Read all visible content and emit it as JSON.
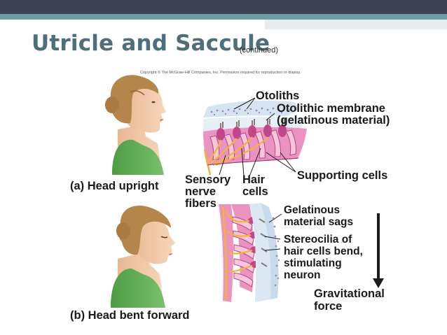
{
  "slide": {
    "title": "Utricle and Saccule",
    "subtitle": "(continued)",
    "copyright": "Copyright © The McGraw-Hill Companies, Inc. Permission required for reproduction or display."
  },
  "panel_a": {
    "caption": "(a)  Head upright",
    "labels": {
      "otoliths": "Otoliths",
      "membrane_1": "Otolithic membrane",
      "membrane_2": "(gelatinous material)",
      "sensory_1": "Sensory",
      "sensory_2": "nerve",
      "sensory_3": "fibers",
      "hair_1": "Hair",
      "hair_2": "cells",
      "supporting": "Supporting cells"
    }
  },
  "panel_b": {
    "caption": "(b)  Head bent forward",
    "labels": {
      "sags_1": "Gelatinous",
      "sags_2": "material sags",
      "stereo_1": "Stereocilia of",
      "stereo_2": "hair cells bend,",
      "stereo_3": "stimulating",
      "stereo_4": "neuron",
      "grav_1": "Gravitational",
      "grav_2": "force"
    }
  },
  "colors": {
    "title": "#4f6e7c",
    "topbar": "#3e4353",
    "accent_bar": "#6b9ea2",
    "skin": "#f2c9a8",
    "hair": "#b5864c",
    "shirt": "#5fae55",
    "tissue_pink": "#e886b8",
    "gel": "#dce9f5",
    "nerve": "#f3b33a"
  }
}
